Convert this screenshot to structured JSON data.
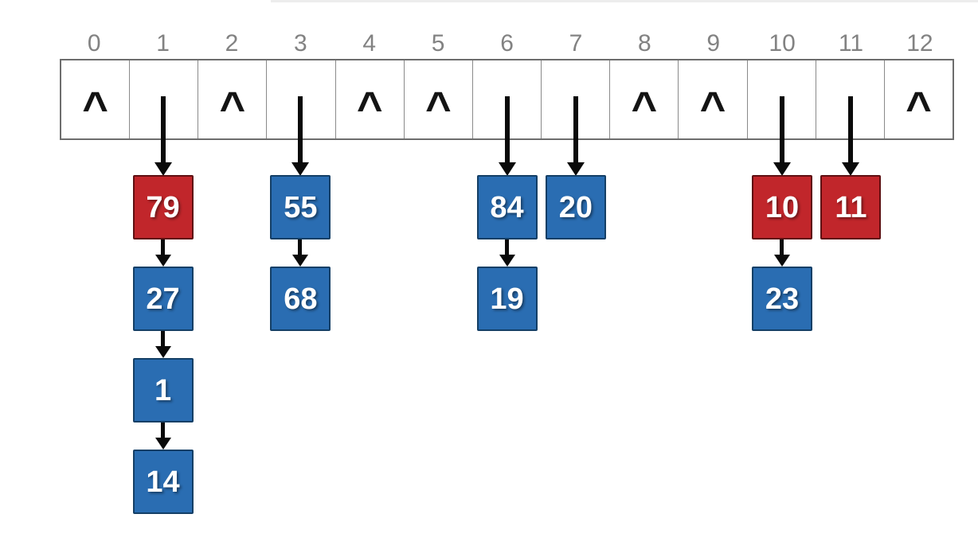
{
  "colors": {
    "node_red": "#c1262b",
    "node_red_border": "#5f1012",
    "node_blue": "#2a6db2",
    "node_blue_border": "#143f66",
    "array_border": "#6d6d6d",
    "cell_divider": "#8a8a8a",
    "index_label": "#828282",
    "arrow": "#0a0a0a",
    "caret": "#141414",
    "node_text": "#ffffff",
    "bg": "#ffffff"
  },
  "hash_table": {
    "null_symbol": "^",
    "buckets": [
      {
        "index": "0",
        "chain": []
      },
      {
        "index": "1",
        "chain": [
          {
            "value": "79",
            "color": "red"
          },
          {
            "value": "27",
            "color": "blue"
          },
          {
            "value": "1",
            "color": "blue"
          },
          {
            "value": "14",
            "color": "blue"
          }
        ]
      },
      {
        "index": "2",
        "chain": []
      },
      {
        "index": "3",
        "chain": [
          {
            "value": "55",
            "color": "blue"
          },
          {
            "value": "68",
            "color": "blue"
          }
        ]
      },
      {
        "index": "4",
        "chain": []
      },
      {
        "index": "5",
        "chain": []
      },
      {
        "index": "6",
        "chain": [
          {
            "value": "84",
            "color": "blue"
          },
          {
            "value": "19",
            "color": "blue"
          }
        ]
      },
      {
        "index": "7",
        "chain": [
          {
            "value": "20",
            "color": "blue"
          }
        ]
      },
      {
        "index": "8",
        "chain": []
      },
      {
        "index": "9",
        "chain": []
      },
      {
        "index": "10",
        "chain": [
          {
            "value": "10",
            "color": "red"
          },
          {
            "value": "23",
            "color": "blue"
          }
        ]
      },
      {
        "index": "11",
        "chain": [
          {
            "value": "11",
            "color": "red"
          }
        ]
      },
      {
        "index": "12",
        "chain": []
      }
    ]
  }
}
